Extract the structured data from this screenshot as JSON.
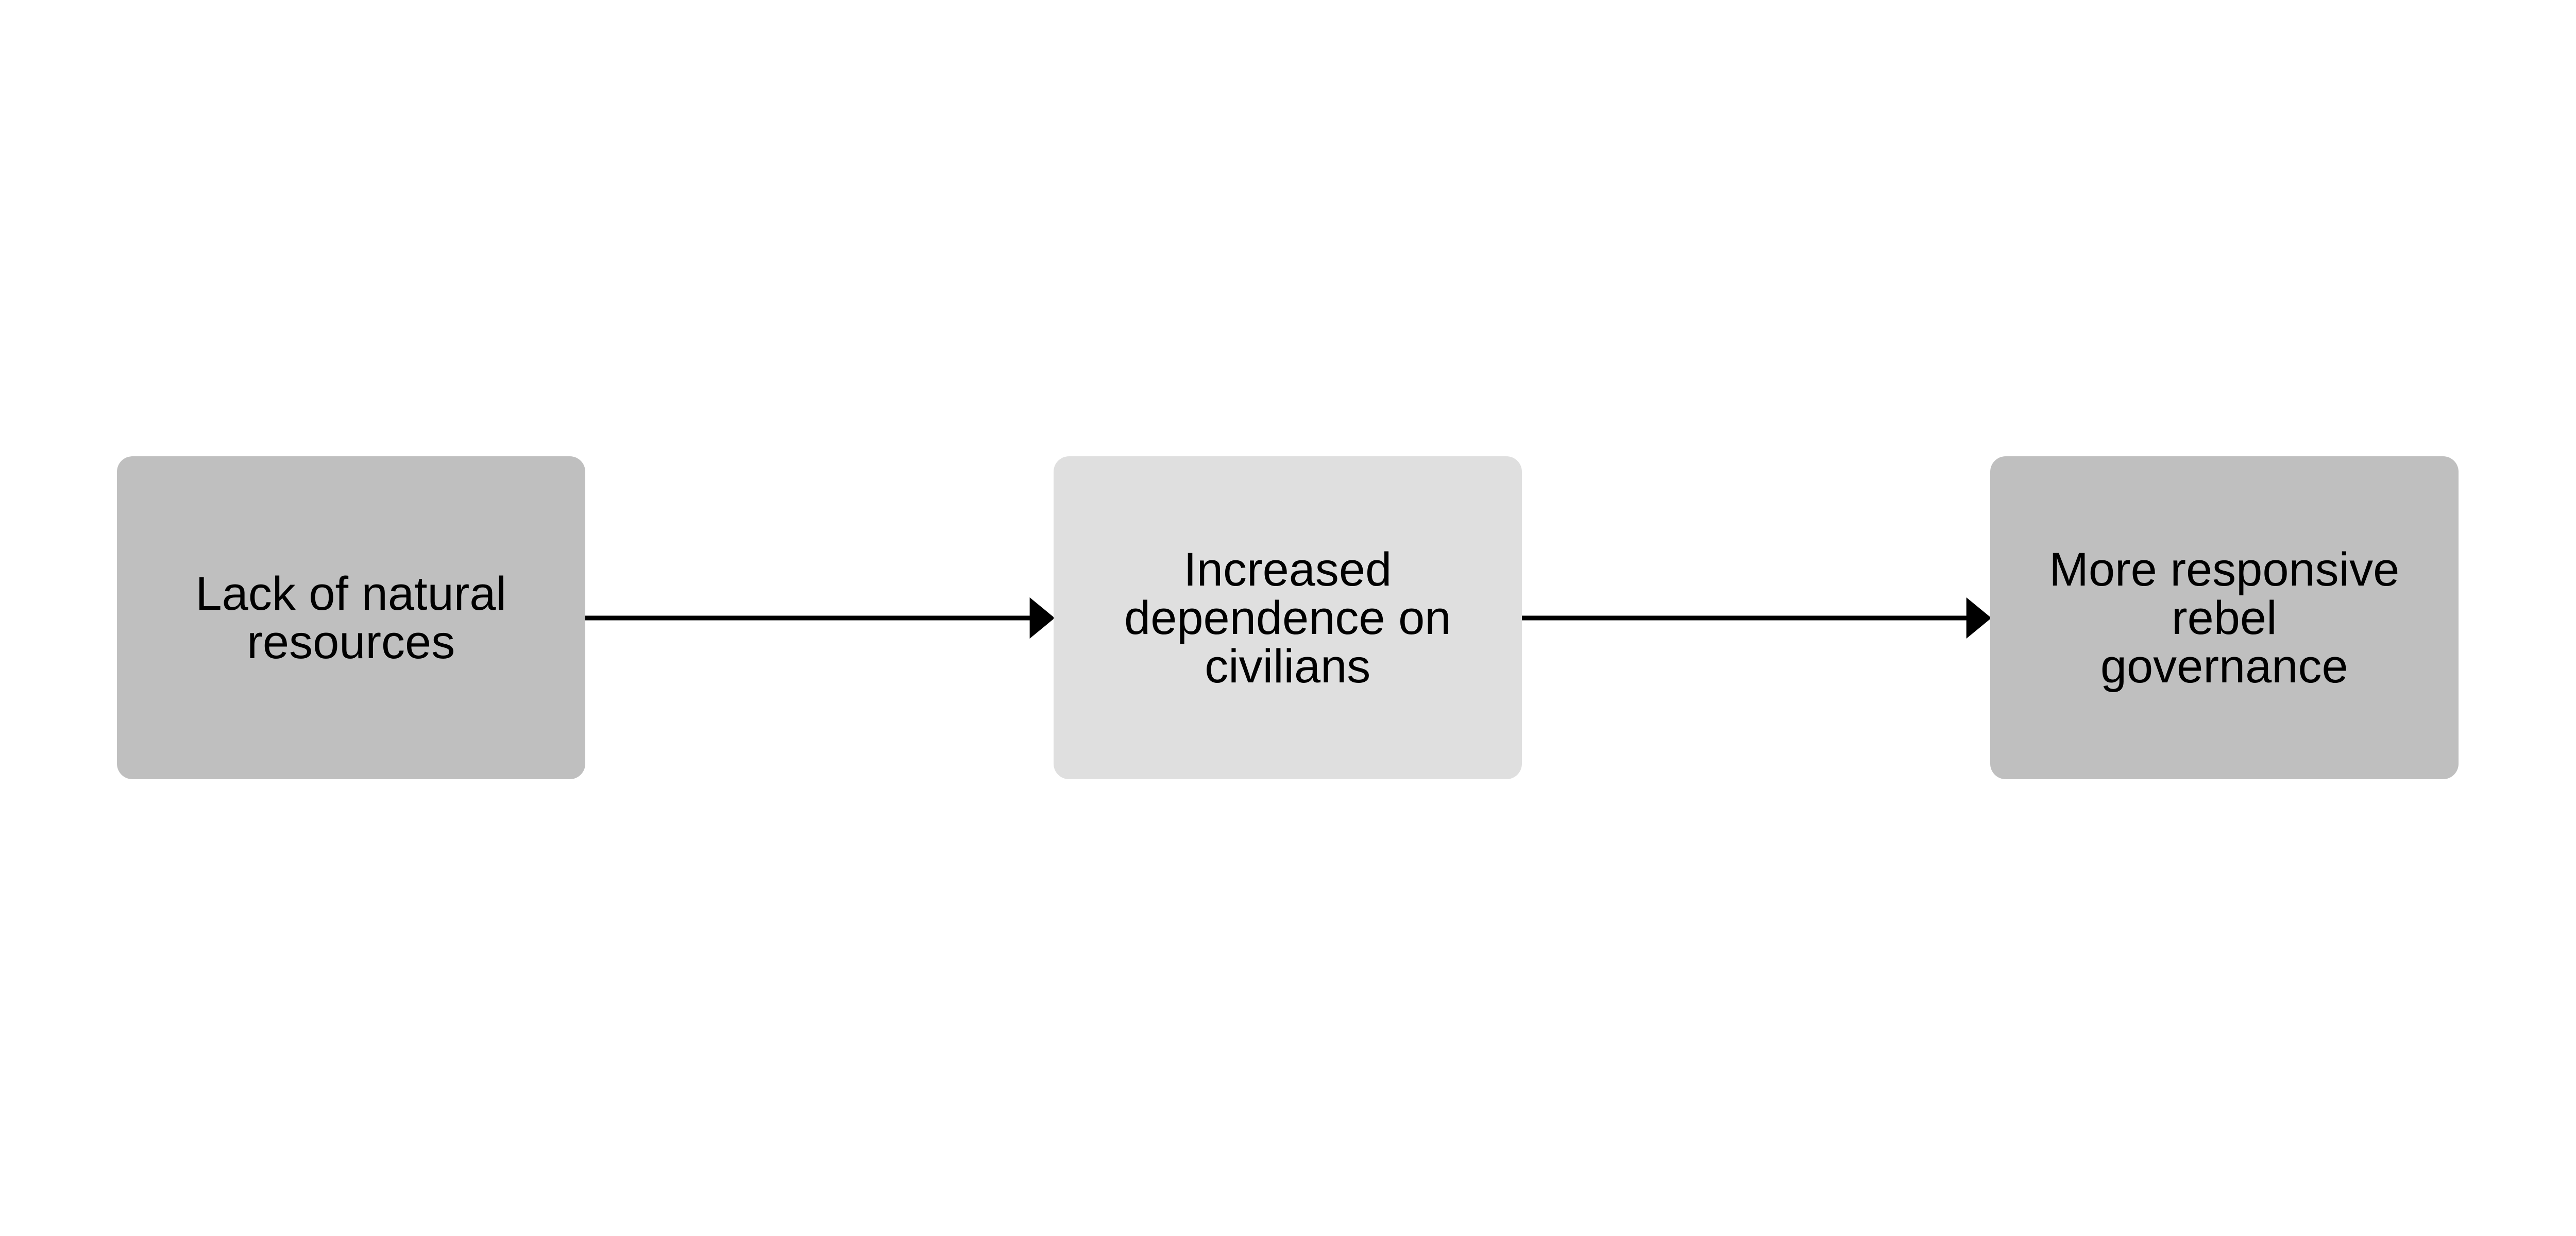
{
  "nodes": [
    {
      "label": "Lack of natural\nresources",
      "color": "#bfbfbf"
    },
    {
      "label": "Increased\ndependence on\ncivilians",
      "color": "#dfdfdf"
    },
    {
      "label": "More responsive\nrebel\ngovernance",
      "color": "#bfbfbf"
    }
  ],
  "edges": [
    {
      "from": 0,
      "to": 1
    },
    {
      "from": 1,
      "to": 2
    }
  ],
  "arrow_color": "#000000"
}
